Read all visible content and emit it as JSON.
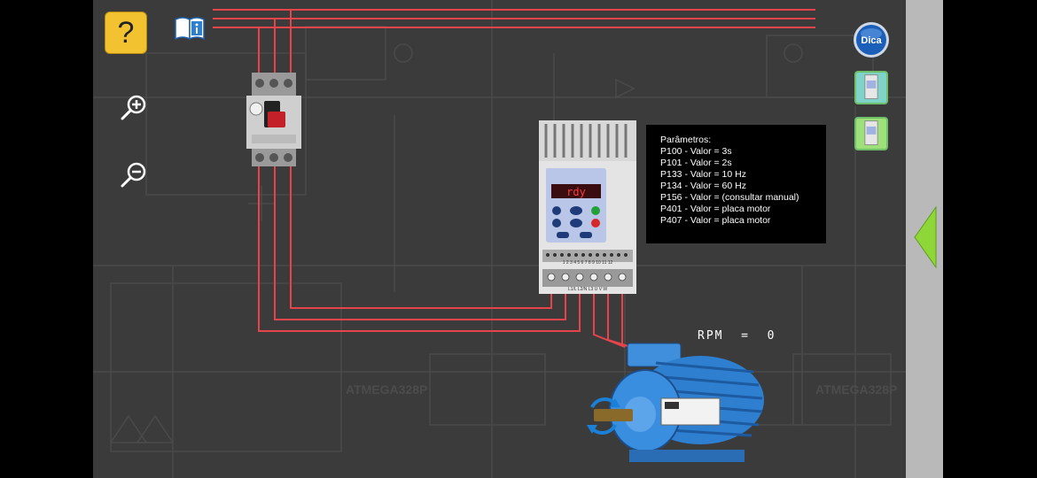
{
  "toolbar": {
    "help_label": "?",
    "tip_label": "Dica"
  },
  "inverter": {
    "display_text": "rdy",
    "terminal_numbers": "1 2 3 4 5 6 7 8 9 10 11 12",
    "power_terminals": "L1/L L2/N L3 U V W"
  },
  "parameters": {
    "title": "Parâmetros:",
    "lines": [
      "P100 - Valor = 3s",
      "P101 - Valor = 2s",
      "P133 - Valor = 10 Hz",
      "P134 - Valor = 60 Hz",
      "P156 - Valor = (consultar manual)",
      "P401 - Valor = placa motor",
      "P407 - Valor = placa motor"
    ]
  },
  "rpm": {
    "label": "RPM  =  0"
  },
  "background": {
    "label_left": "ATMEGA328P",
    "label_right": "ATMEGA328P"
  },
  "colors": {
    "wire": "#e4444a",
    "stage_bg": "#3b3b3b",
    "help_bg": "#f2c230",
    "param_box_bg": "#000000",
    "motor_blue": "#2f7fd0"
  }
}
